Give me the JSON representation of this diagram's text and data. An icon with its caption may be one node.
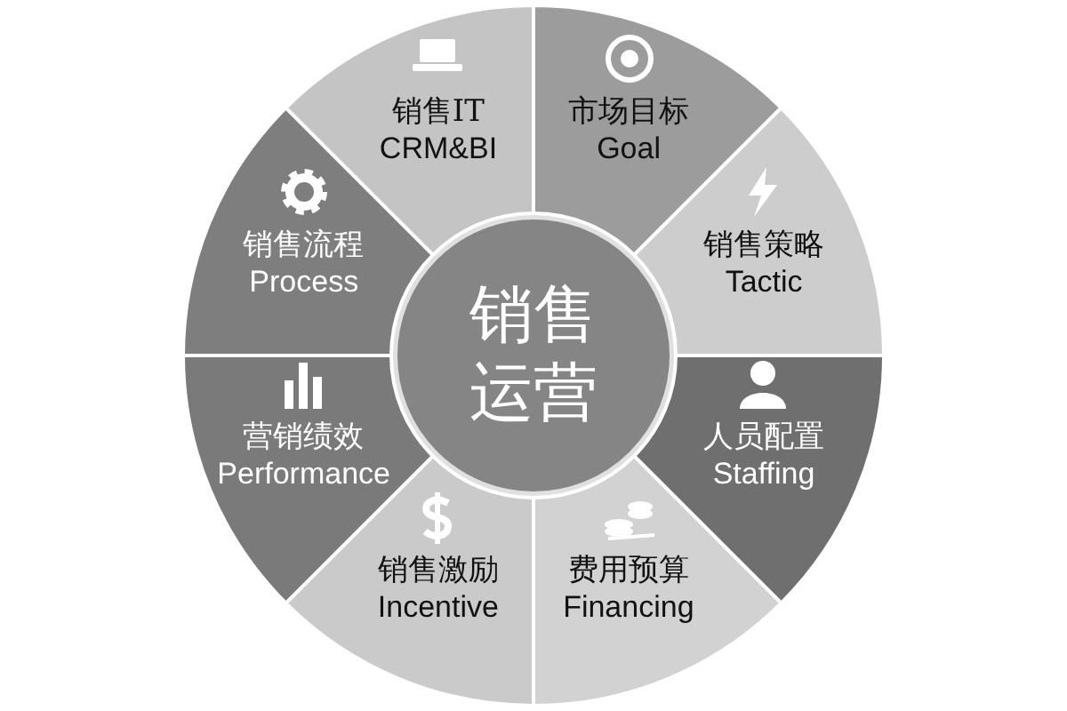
{
  "diagram": {
    "nodes": [
      {
        "text": [
          "销售运营"
        ]
      },
      {
        "text": [
          "销售IT",
          "CRM&BI"
        ]
      },
      {
        "text": [
          "市场目标",
          "Goal"
        ]
      },
      {
        "text": [
          "销售策略",
          "Tactic"
        ]
      },
      {
        "text": [
          "人员配置",
          "Staffing"
        ]
      },
      {
        "text": [
          "费用预算",
          "Financing"
        ]
      },
      {
        "text": [
          "销售激励",
          "Incentive"
        ]
      },
      {
        "text": [
          "营销绩效",
          "Performance"
        ]
      },
      {
        "text": [
          "销售流程",
          "Process"
        ]
      }
    ]
  }
}
